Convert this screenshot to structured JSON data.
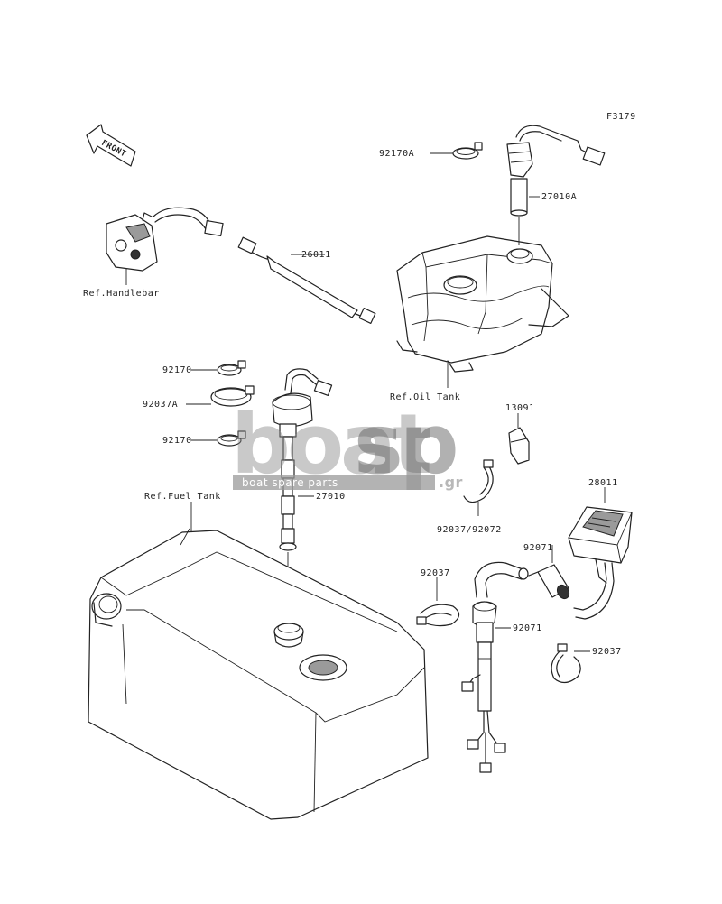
{
  "figure_code": "F3179",
  "front_arrow": {
    "label": "FRONT",
    "icon": "front-arrow-icon"
  },
  "watermark": {
    "word_gray": "boat",
    "word_dark": "sp",
    "tagline": "boat spare parts",
    "suffix": ".gr"
  },
  "labels": {
    "p92170A": "92170A",
    "p27010A": "27010A",
    "p26011": "26011",
    "ref_handlebar": "Ref.Handlebar",
    "ref_oil_tank": "Ref.Oil Tank",
    "p92170_top": "92170",
    "p92037A": "92037A",
    "p92170_bottom": "92170",
    "p13091": "13091",
    "p28011": "28011",
    "ref_fuel_tank": "Ref.Fuel Tank",
    "p27010": "27010",
    "p92037_92072": "92037/92072",
    "p92071_top": "92071",
    "p92037_left": "92037",
    "p92071_bottom": "92071",
    "p92037_right": "92037"
  }
}
